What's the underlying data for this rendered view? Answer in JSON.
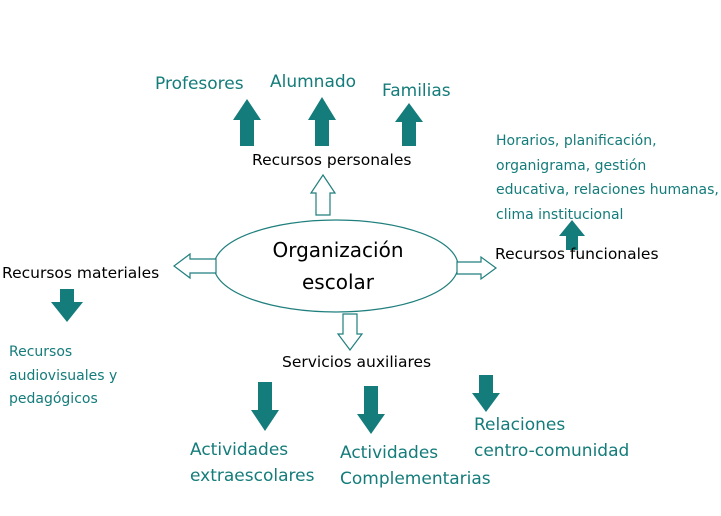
{
  "center": {
    "line1": "Organización",
    "line2": "escolar"
  },
  "branches": {
    "personales": {
      "title": "Recursos personales",
      "items": [
        "Profesores",
        "Alumnado",
        "Familias"
      ]
    },
    "funcionales": {
      "title": "Recursos funcionales",
      "lines": [
        "Horarios, planificación,",
        "organigrama, gestión",
        "educativa, relaciones humanas,",
        "clima institucional"
      ]
    },
    "materiales": {
      "title": "Recursos materiales",
      "lines": [
        "Recursos",
        "audiovisuales y",
        "pedagógicos"
      ]
    },
    "servicios": {
      "title": "Servicios auxiliares",
      "item1": [
        "Actividades",
        "extraescolares"
      ],
      "item2": [
        "Actividades",
        "Complementarias"
      ],
      "item3": [
        "Relaciones",
        "centro-comunidad"
      ]
    }
  },
  "colors": {
    "teal": "#147c7a",
    "outline": "#1f7f7d",
    "text": "#000000"
  }
}
